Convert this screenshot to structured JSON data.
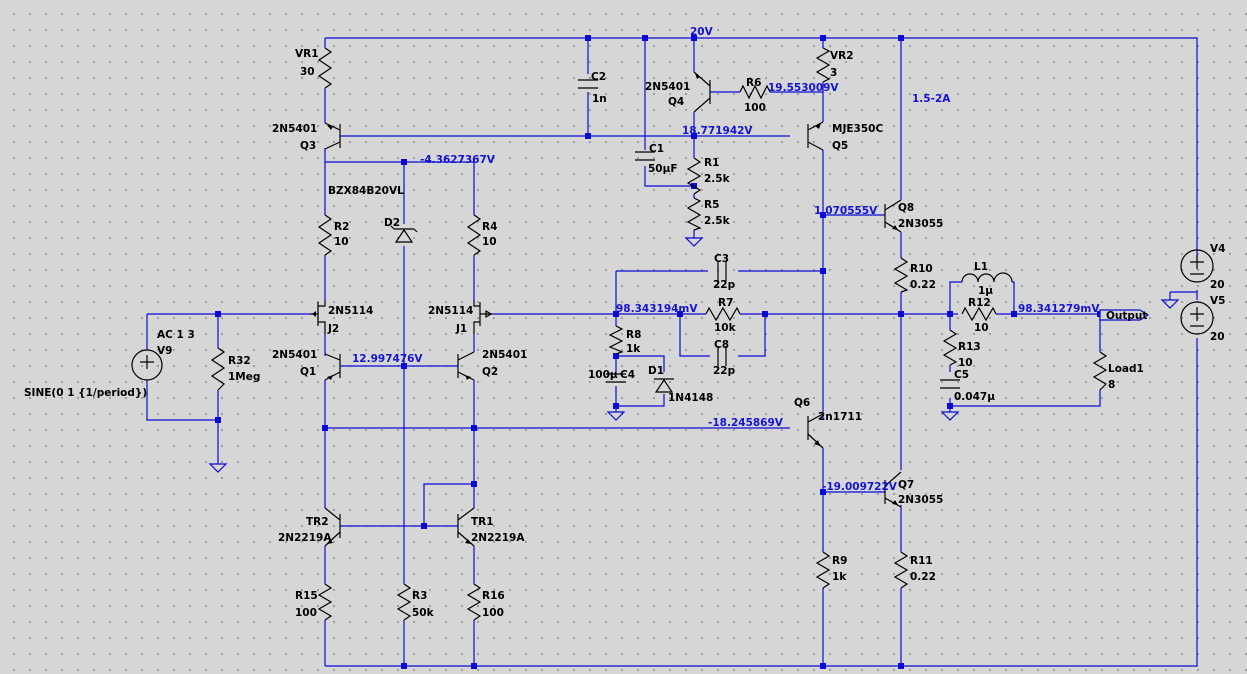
{
  "components": {
    "VR1": {
      "name": "VR1",
      "value": "30"
    },
    "VR2": {
      "name": "VR2",
      "value": "3"
    },
    "C1": {
      "name": "C1",
      "value": "50µF"
    },
    "C2": {
      "name": "C2",
      "value": "1n"
    },
    "C3": {
      "name": "C3",
      "value": "22p"
    },
    "C4": {
      "name": "C4",
      "value": "100µ"
    },
    "C5": {
      "name": "C5",
      "value": "0.047µ"
    },
    "C8": {
      "name": "C8",
      "value": "22p"
    },
    "R1": {
      "name": "R1",
      "value": "2.5k"
    },
    "R2": {
      "name": "R2",
      "value": "10"
    },
    "R3": {
      "name": "R3",
      "value": "50k"
    },
    "R4": {
      "name": "R4",
      "value": "10"
    },
    "R5": {
      "name": "R5",
      "value": "2.5k"
    },
    "R6": {
      "name": "R6",
      "value": "100"
    },
    "R7": {
      "name": "R7",
      "value": "10k"
    },
    "R8": {
      "name": "R8",
      "value": "1k"
    },
    "R9": {
      "name": "R9",
      "value": "1k"
    },
    "R10": {
      "name": "R10",
      "value": "0.22"
    },
    "R11": {
      "name": "R11",
      "value": "0.22"
    },
    "R12": {
      "name": "R12",
      "value": "10"
    },
    "R13": {
      "name": "R13",
      "value": "10"
    },
    "R15": {
      "name": "R15",
      "value": "100"
    },
    "R16": {
      "name": "R16",
      "value": "100"
    },
    "R32": {
      "name": "R32",
      "value": "1Meg"
    },
    "L1": {
      "name": "L1",
      "value": "1µ"
    },
    "Load1": {
      "name": "Load1",
      "value": "8"
    },
    "D1": {
      "name": "D1",
      "value": "1N4148"
    },
    "D2": {
      "name": "D2",
      "value": "BZX84B20VL"
    },
    "Q1": {
      "name": "Q1",
      "value": "2N5401"
    },
    "Q2": {
      "name": "Q2",
      "value": "2N5401"
    },
    "Q3": {
      "name": "Q3",
      "value": "2N5401"
    },
    "Q4": {
      "name": "Q4",
      "value": "2N5401"
    },
    "Q5": {
      "name": "Q5",
      "value": "MJE350C"
    },
    "Q6": {
      "name": "Q6",
      "value": "2n1711"
    },
    "Q7": {
      "name": "Q7",
      "value": "2N3055"
    },
    "Q8": {
      "name": "Q8",
      "value": "2N3055"
    },
    "J1": {
      "name": "J1",
      "value": "2N5114"
    },
    "J2": {
      "name": "J2",
      "value": "2N5114"
    },
    "TR1": {
      "name": "TR1",
      "value": "2N2219A"
    },
    "TR2": {
      "name": "TR2",
      "value": "2N2219A"
    },
    "V4": {
      "name": "V4",
      "value": "20"
    },
    "V5": {
      "name": "V5",
      "value": "20"
    },
    "V9": {
      "name": "V9",
      "value": "AC 1 3",
      "value2": "SINE(0 1 {1/period})"
    }
  },
  "node_voltages": {
    "rail": "20V",
    "q4_emitter": "19.553009V",
    "q5_base": "18.771942V",
    "zener_node": "-4.3627367V",
    "diff_emitters": "12.997476V",
    "feedback": "98.343194mV",
    "q8_base": "1.070555V",
    "output": "98.341279mV",
    "q6_collector": "-18.245869V",
    "q7_base": "-19.009722V"
  },
  "annotations": {
    "current": "1.5-2A",
    "output_flag": "Output"
  }
}
